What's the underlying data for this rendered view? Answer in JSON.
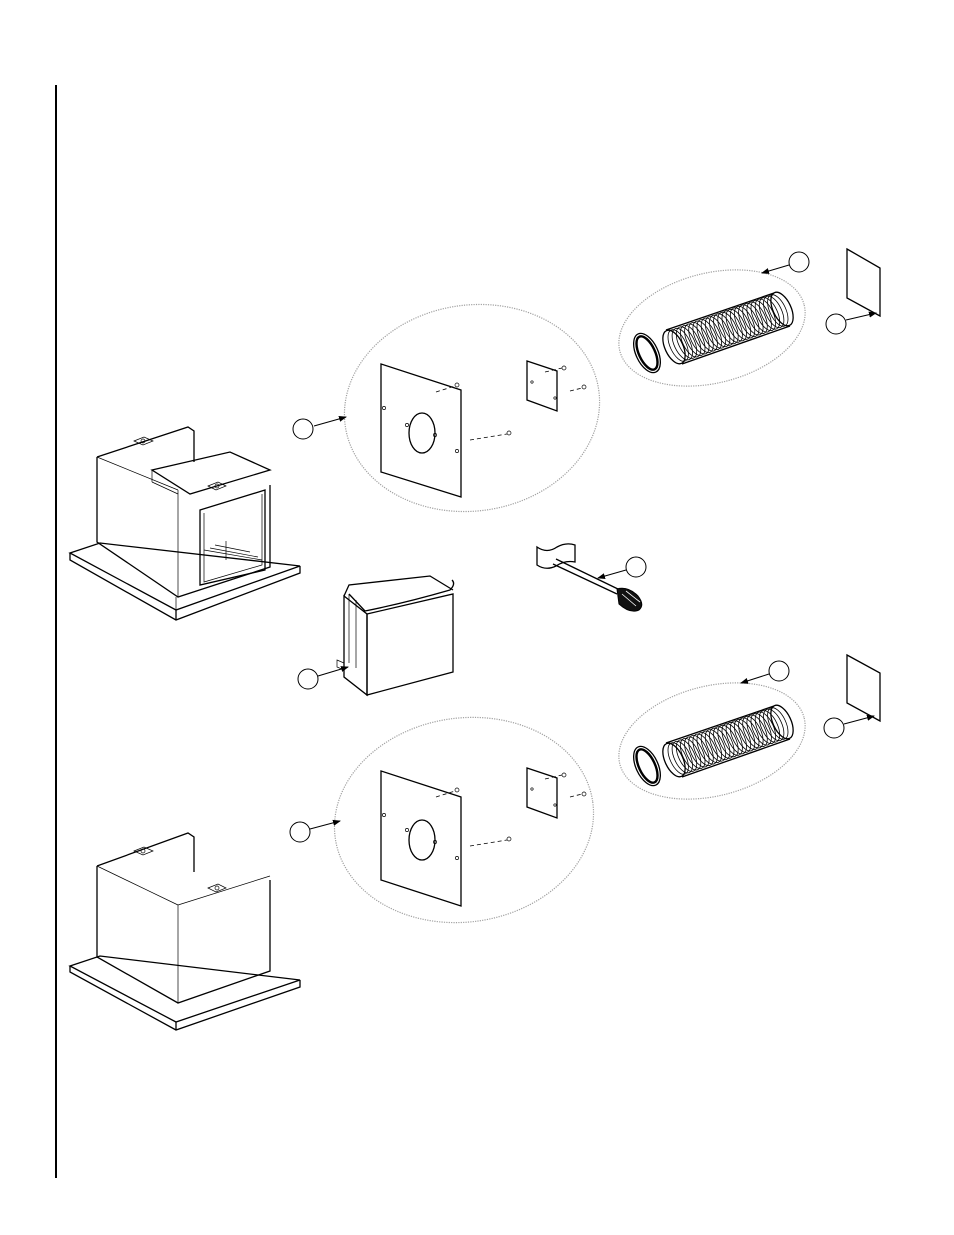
{
  "diagram": {
    "callouts": [
      {
        "id": "callout-1",
        "label": ""
      },
      {
        "id": "callout-2",
        "label": ""
      },
      {
        "id": "callout-3",
        "label": ""
      },
      {
        "id": "callout-4",
        "label": ""
      },
      {
        "id": "callout-5",
        "label": ""
      },
      {
        "id": "callout-6",
        "label": ""
      },
      {
        "id": "callout-7",
        "label": ""
      },
      {
        "id": "callout-8",
        "label": ""
      },
      {
        "id": "callout-9",
        "label": ""
      }
    ],
    "parts": [
      "margin-rule",
      "upper-box-assembly",
      "lower-box-assembly",
      "upper-wall-plate-group",
      "lower-wall-plate-group",
      "upper-flex-duct-group",
      "lower-flex-duct-group",
      "upper-wall-cap",
      "lower-wall-cap",
      "sleeve-insert",
      "handle-tool"
    ]
  }
}
